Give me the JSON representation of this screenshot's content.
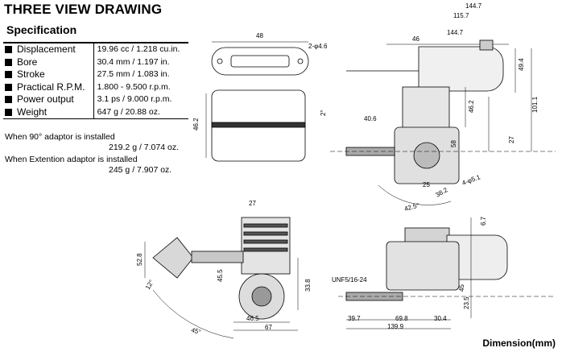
{
  "title": "THREE VIEW DRAWING",
  "subtitle": "Specification",
  "specs": [
    {
      "label": "Displacement",
      "value": "19.96 cc / 1.218 cu.in."
    },
    {
      "label": "Bore",
      "value": "30.4 mm / 1.197 in."
    },
    {
      "label": "Stroke",
      "value": "27.5 mm / 1.083 in."
    },
    {
      "label": "Practical R.P.M.",
      "value": "1.800 - 9.500 r.p.m."
    },
    {
      "label": "Power output",
      "value": "3.1 ps / 9.000 r.p.m."
    },
    {
      "label": "Weight",
      "value": "647 g / 20.88 oz."
    }
  ],
  "notes": {
    "adaptor90_label": "When 90° adaptor is installed",
    "adaptor90_value": "219.2 g / 7.074 oz.",
    "extension_label": "When Extention adaptor is installed",
    "extension_value": "245 g / 7.907 oz."
  },
  "dimensions": {
    "d48": "48",
    "d2phi": "2-φ4.6",
    "d462a": "46.2",
    "d1447a": "144.7",
    "d1157": "115.7",
    "d46": "46",
    "d1447b": "144.7",
    "d494": "49.4",
    "d1011": "101.1",
    "d462b": "46.2",
    "d2deg": "2°",
    "d406": "40.6",
    "d58": "58",
    "d27a": "27",
    "d25": "25",
    "d382": "38.2",
    "d451": "4-φ5.1",
    "d425": "42.5°",
    "d27b": "27",
    "d528": "52.8",
    "d455": "45.5",
    "d338": "33.8",
    "d465": "46.5",
    "d67": "67",
    "d12": "12°",
    "d45deg": "45°",
    "unf": "UNF5/16-24",
    "d67b": "6.7",
    "d45": "45",
    "d235": "23.5",
    "d397": "39.7",
    "d698": "69.8",
    "d304": "30.4",
    "d1399": "139.9"
  },
  "footer": "Dimension(mm)"
}
